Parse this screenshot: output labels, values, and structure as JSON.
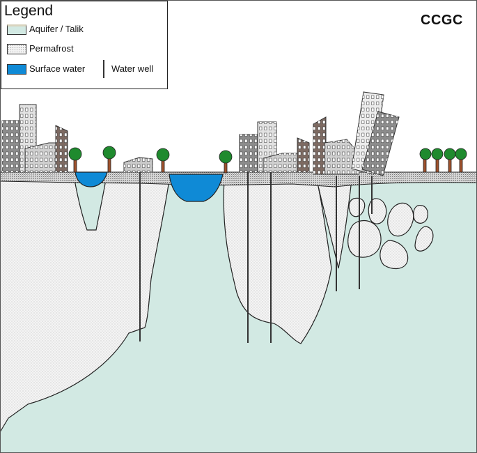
{
  "legend": {
    "title": "Legend",
    "items": [
      {
        "label": "Aquifer / Talik",
        "kind": "aquifer"
      },
      {
        "label": "Permafrost",
        "kind": "permafrost"
      },
      {
        "label": "Surface water",
        "kind": "surface-water"
      },
      {
        "label": "Water well",
        "kind": "water-well"
      }
    ]
  },
  "brand": "CCGC",
  "colors": {
    "aquifer": "#d2e9e3",
    "permafrost": "#f3f3f3",
    "surface_water": "#0f8ad6",
    "active_layer": "#c9c9c9",
    "tree_canopy": "#1f8a2e",
    "tree_trunk": "#a0522d",
    "building_dark": "#8c8c8c",
    "building_light": "#dcdcdc",
    "building_brown": "#7d6a62"
  }
}
